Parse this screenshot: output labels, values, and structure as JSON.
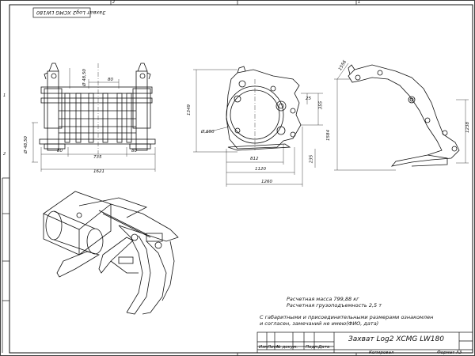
{
  "drawing": {
    "title": "Захват Log2 XCMG LW180",
    "mirrored_stamp": "Захват Log2 XCMG LW180",
    "format": "Формат А3",
    "copied": "Копировал",
    "sheet_zone_marks": [
      "2",
      "1"
    ],
    "left_zone_marks": [
      "1",
      "2"
    ]
  },
  "notes": {
    "mass": "Расчетная масса 799,88 кг",
    "capacity": "Расчетная грузоподъемность 2,5 т",
    "approval_line1": "С габаритными и присоединительными размерами ознакомлен",
    "approval_line2": "и согласен, замечаний не имею(ФИО, дата)"
  },
  "title_block": {
    "headers": [
      "Изм",
      "Лист",
      "№ докум.",
      "Подп.",
      "Дата"
    ]
  },
  "dimensions": {
    "front": {
      "d48_top": "Ø 48,50",
      "w80_top": "80",
      "d48_side": "Ø 48,50",
      "w80_left": "80",
      "w80_right": "80",
      "w735": "735",
      "w1621": "1621"
    },
    "side": {
      "h1349": "1349",
      "d650": "Ø 650",
      "w812": "812",
      "w1120": "1120",
      "w1260": "1260",
      "h25": "25",
      "h355": "355",
      "h235": "235"
    },
    "open": {
      "h1556": "1556",
      "h1584": "1584",
      "h1238": "1238"
    }
  },
  "colors": {
    "line": "#111111",
    "frame": "#222222"
  }
}
